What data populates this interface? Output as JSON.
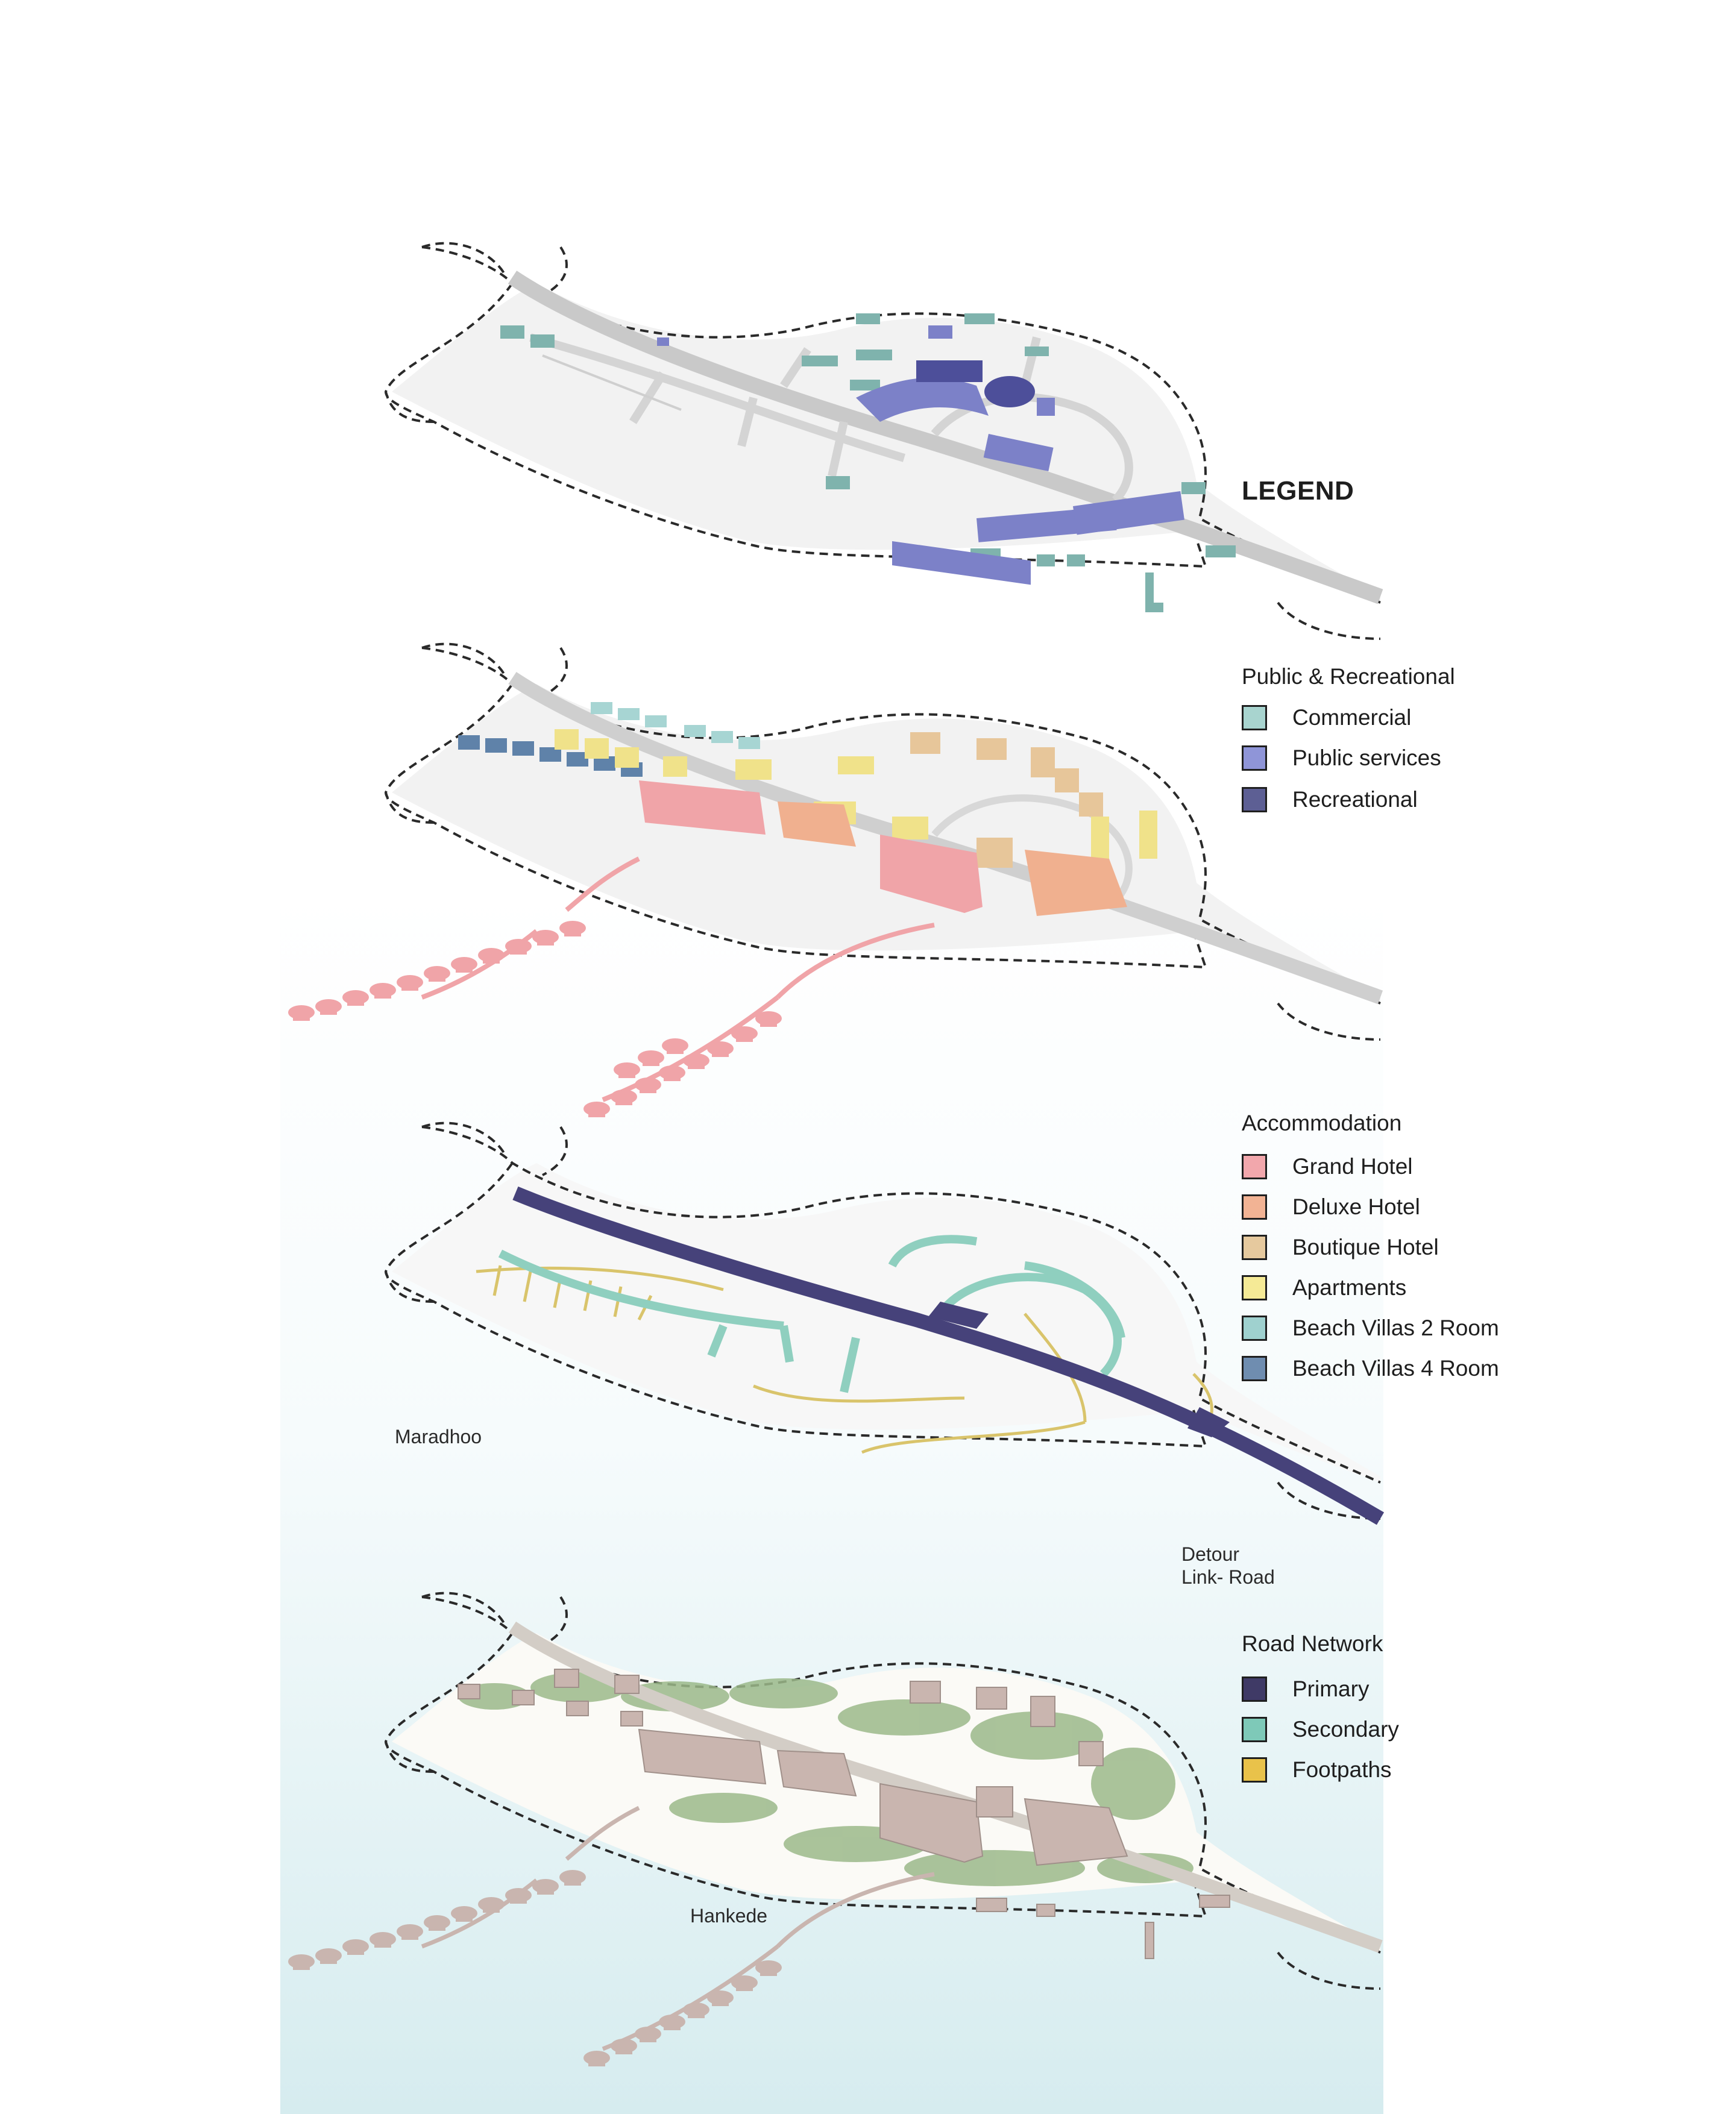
{
  "legend": {
    "title": "LEGEND",
    "groups": [
      {
        "title": "Public & Recreational",
        "items": [
          {
            "label": "Commercial",
            "color": "#a8d4cf"
          },
          {
            "label": "Public services",
            "color": "#8f95d8"
          },
          {
            "label": "Recreational",
            "color": "#5d5f94"
          }
        ]
      },
      {
        "title": "Accommodation",
        "items": [
          {
            "label": "Grand Hotel",
            "color": "#f2a7ac"
          },
          {
            "label": "Deluxe Hotel",
            "color": "#f2b394"
          },
          {
            "label": "Boutique Hotel",
            "color": "#e6c99e"
          },
          {
            "label": "Apartments",
            "color": "#f5ea96"
          },
          {
            "label": "Beach Villas 2 Room",
            "color": "#9fd1cf"
          },
          {
            "label": "Beach Villas 4 Room",
            "color": "#6f8db0"
          }
        ]
      },
      {
        "title": "Road Network",
        "items": [
          {
            "label": "Primary",
            "color": "#3f3a66"
          },
          {
            "label": "Secondary",
            "color": "#7ec9b8"
          },
          {
            "label": "Footpaths",
            "color": "#e9c24a"
          }
        ]
      }
    ]
  },
  "map_labels": {
    "maradhoo": "Maradhoo",
    "detour_line1": "Detour",
    "detour_line2": "Link- Road",
    "hankede": "Hankede"
  }
}
